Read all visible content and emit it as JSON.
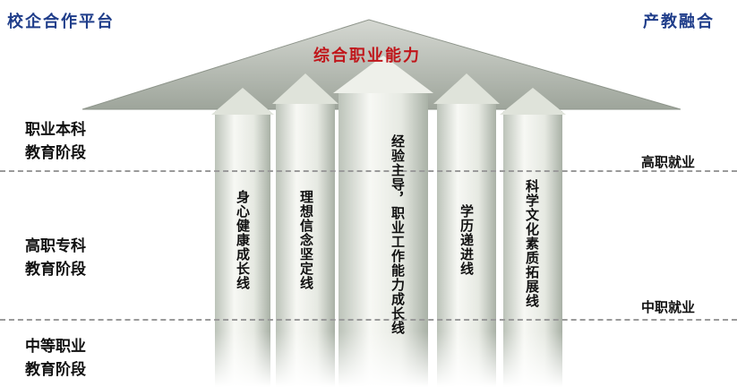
{
  "header": {
    "left_title": "校企合作平台",
    "right_title": "产教融合"
  },
  "roof": {
    "title": "综合职业能力"
  },
  "stages": [
    {
      "label": "职业本科\n教育阶段"
    },
    {
      "label": "高职专科\n教育阶段"
    },
    {
      "label": "中等职业\n教育阶段"
    }
  ],
  "employment": {
    "higher": "高职就业",
    "secondary": "中职就业"
  },
  "pillars": [
    {
      "label": "身心健康成长线"
    },
    {
      "label": "理想信念坚定线"
    },
    {
      "label": "经验主导，职业工作能力成长线"
    },
    {
      "label": "学历递进线"
    },
    {
      "label": "科学文化素质拓展线"
    }
  ],
  "colors": {
    "title_blue": "#1f3d8a",
    "roof_red": "#c0161b",
    "roof_grey": "#b7bcb6",
    "pillar_light": "#f2f3ef",
    "pillar_dark": "#c9cfc6"
  }
}
